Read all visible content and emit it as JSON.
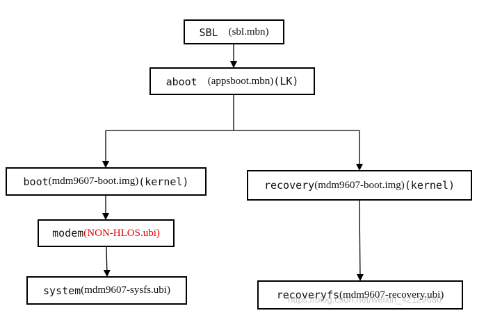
{
  "nodes": {
    "sbl": {
      "mono": "SBL　",
      "serif": "(sbl.mbn)"
    },
    "aboot": {
      "mono": "aboot　",
      "serif": "(appsboot.mbn)",
      "mono2": " (LK)"
    },
    "boot": {
      "mono": "boot",
      "serif": "(mdm9607-boot.img)",
      "mono2": "(kernel)"
    },
    "recovery": {
      "mono": "recovery",
      "serif": "(mdm9607-boot.img)",
      "mono2": "(kernel)"
    },
    "modem": {
      "mono": "modem",
      "serif": "(NON-HLOS.ubi)"
    },
    "system": {
      "mono": "system",
      "serif": "(mdm9607-sysfs.ubi)"
    },
    "recoveryfs": {
      "mono": "recoveryfs",
      "serif": "(mdm9607-recovery.ubi)"
    }
  },
  "colors": {
    "border": "#000000",
    "highlight": "#e00000",
    "watermark": "#969696"
  },
  "watermark": "https://blog.csdn.net/weixin_42129680"
}
